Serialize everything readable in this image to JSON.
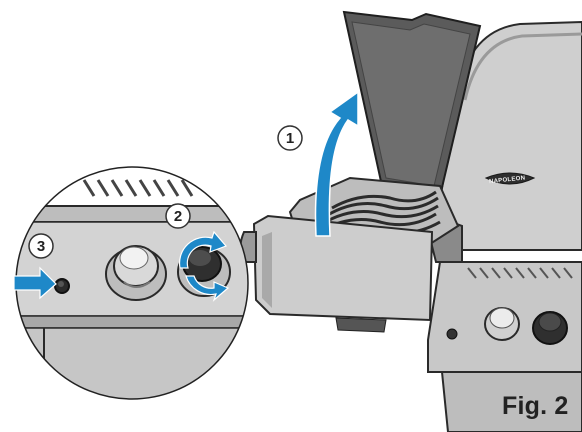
{
  "figure": {
    "caption": "Fig. 2",
    "brand": "NAPOLEON"
  },
  "steps": [
    {
      "number": "1"
    },
    {
      "number": "2"
    },
    {
      "number": "3"
    }
  ],
  "colors": {
    "arrow": "#1e88c8",
    "metal_light": "#d9d9d9",
    "metal_mid": "#bdbdbd",
    "metal_dark": "#7a7a7a",
    "lid_inner": "#5b5b5b",
    "outline": "#2a2a2a",
    "knob": "#3a3a3a",
    "background": "#ffffff"
  },
  "icons": [
    "arrow-up-icon",
    "rotate-arrow-icon",
    "arrow-right-icon"
  ]
}
